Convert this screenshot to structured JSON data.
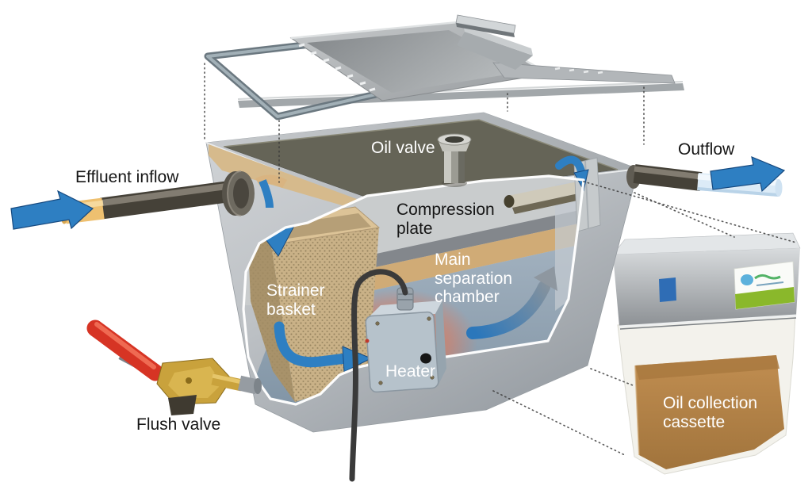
{
  "diagram": {
    "type": "cutaway-technical-illustration",
    "subject": "Oil and grease separator unit",
    "labels": {
      "effluent_inflow": "Effluent inflow",
      "oil_valve": "Oil valve",
      "outflow": "Outflow",
      "compression_plate": "Compression\nplate",
      "main_separation_chamber": "Main\nseparation\nchamber",
      "strainer_basket": "Strainer\nbasket",
      "heater": "Heater",
      "flush_valve": "Flush valve",
      "oil_collection_cassette": "Oil collection\ncassette"
    },
    "colors": {
      "background": "#ffffff",
      "flow_arrow_blue": "#2e7fc2",
      "tank_body_gray": "#b9bec3",
      "tank_rim_dark": "#656457",
      "oil_film_tan": "#d6ba8c",
      "strainer_tan": "#c9b187",
      "heater_glow_orange": "#ff6a3a",
      "heater_box_gray": "#b6c2cb",
      "flush_valve_brass": "#c9a23c",
      "flush_valve_handle_red": "#d63424",
      "collected_oil_brown": "#b5834a",
      "cassette_label_blue": "#2f6db5",
      "cassette_logo_green": "#8ab82b"
    }
  }
}
